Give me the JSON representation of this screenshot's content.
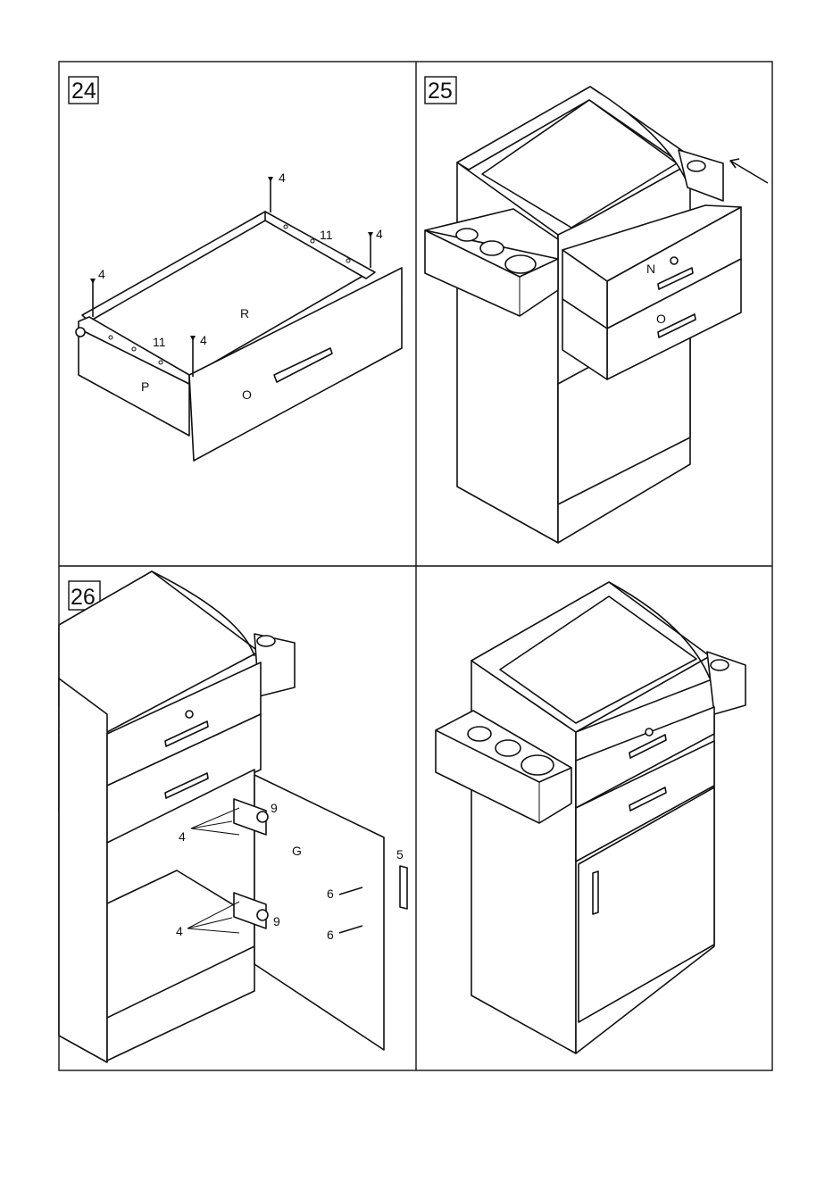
{
  "steps": [
    {
      "number": "24",
      "labels": {
        "screw_top": "4",
        "screw_right": "4",
        "screw_left": "4",
        "screw_mid": "4",
        "rail_back": "11",
        "rail_front": "11",
        "panel_r": "R",
        "panel_p": "P",
        "panel_o": "O"
      }
    },
    {
      "number": "25",
      "labels": {
        "drawer_n": "N",
        "drawer_o": "O"
      }
    },
    {
      "number": "26",
      "labels": {
        "hinge_upper": "9",
        "hinge_lower": "9",
        "screws_upper": "4",
        "screws_lower": "4",
        "door_g": "G",
        "handle": "5",
        "screw6_upper": "6",
        "screw6_lower": "6"
      }
    },
    {
      "number": ""
    }
  ]
}
